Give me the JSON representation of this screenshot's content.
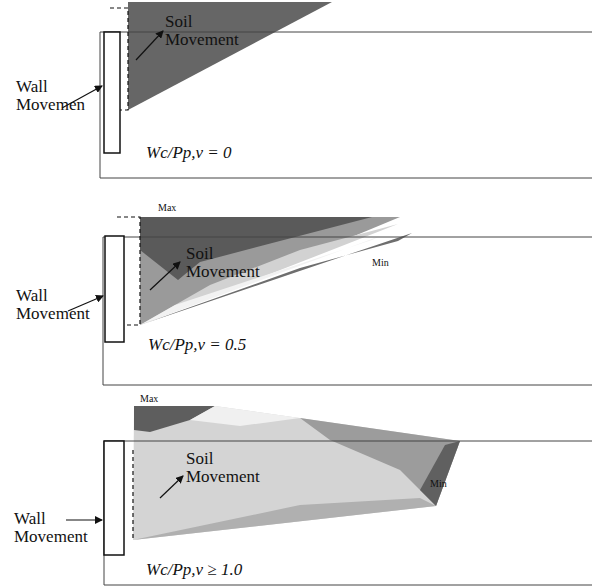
{
  "diagram": {
    "labels": [
      "Soil Movement",
      "Wall Movemen",
      "Wc/Pp,v = 0",
      "Max",
      "Soil Movement",
      "Min",
      "Wall Movement",
      "Wc/Pp,v = 0.5",
      "Max",
      "Soil Movement",
      "Min",
      "Wall Movement",
      "Wc/Pp,v ≥ 1.0"
    ]
  }
}
